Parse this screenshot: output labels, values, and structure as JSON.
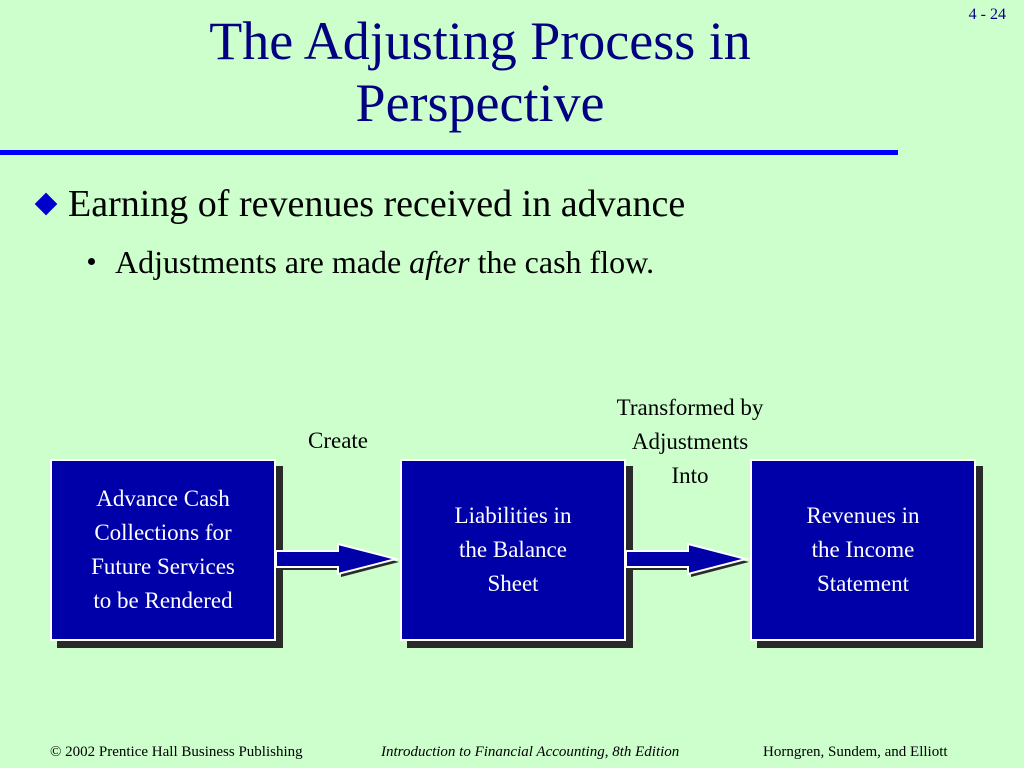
{
  "slide_number": "4 - 24",
  "title": {
    "line1": "The Adjusting Process in",
    "line2": "Perspective"
  },
  "bullet": "Earning of revenues received in advance",
  "sub_bullet": {
    "before": "Adjustments are made ",
    "emphasis": "after",
    "after": " the cash flow."
  },
  "labels": {
    "create": "Create",
    "transformed": [
      "Transformed by",
      "Adjustments",
      "Into"
    ]
  },
  "boxes": [
    {
      "lines": [
        "Advance Cash",
        "Collections for",
        "Future Services",
        "to be Rendered"
      ]
    },
    {
      "lines": [
        "Liabilities in",
        "the Balance",
        "Sheet"
      ]
    },
    {
      "lines": [
        "Revenues in",
        "the Income",
        "Statement"
      ]
    }
  ],
  "footer": {
    "left": "© 2002 Prentice Hall Business Publishing",
    "center": "Introduction to Financial Accounting, 8th Edition",
    "right": "Horngren, Sundem, and Elliott"
  },
  "colors": {
    "background": "#ccffcc",
    "title": "#000080",
    "box": "#0000a8",
    "rule": "#0000ff"
  }
}
